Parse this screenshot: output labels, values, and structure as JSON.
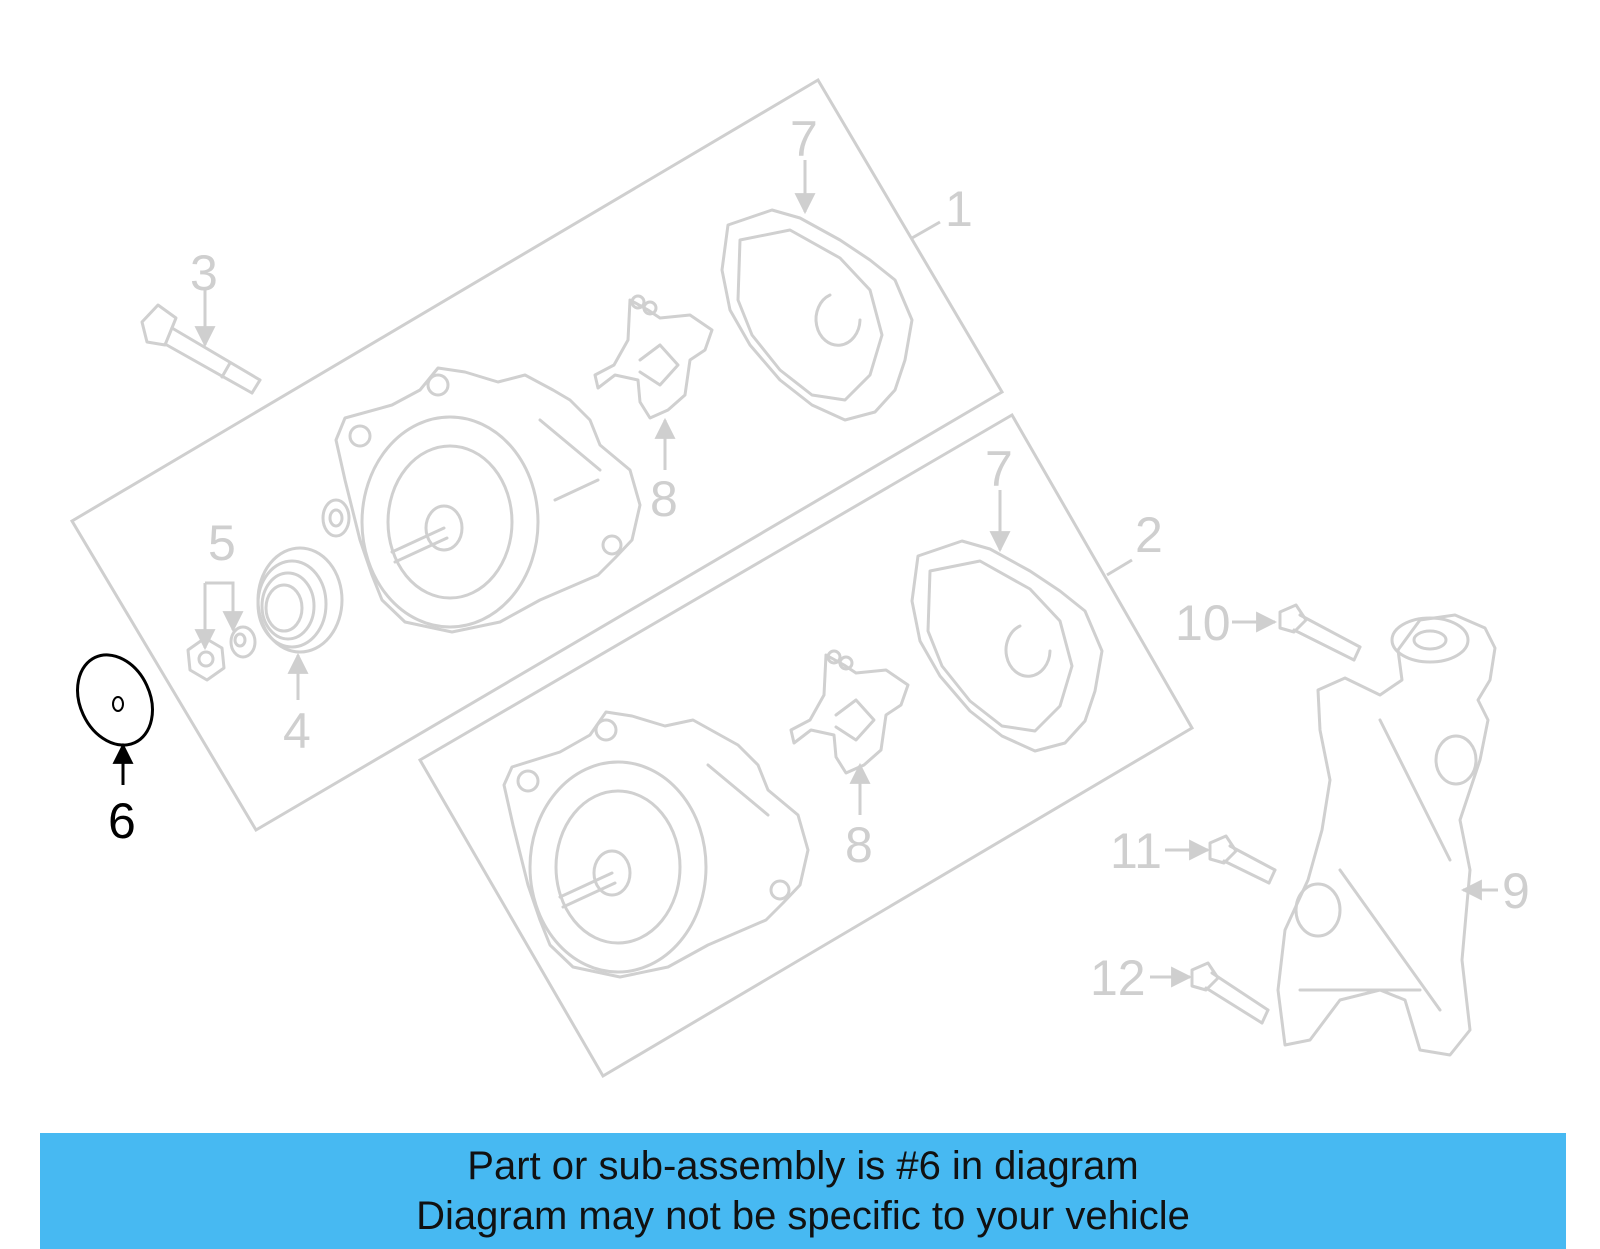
{
  "diagram": {
    "highlighted_part": "6",
    "callouts": {
      "c1": "1",
      "c2": "2",
      "c3": "3",
      "c4": "4",
      "c5": "5",
      "c6": "6",
      "c7a": "7",
      "c7b": "7",
      "c8a": "8",
      "c8b": "8",
      "c9": "9",
      "c10": "10",
      "c11": "11",
      "c12": "12"
    },
    "colors": {
      "faded": "#cfcfcf",
      "highlight": "#000000",
      "banner": "#47b9f2"
    }
  },
  "banner": {
    "line1": "Part or sub-assembly is #6 in diagram",
    "line2": "Diagram may not be specific to your vehicle"
  }
}
